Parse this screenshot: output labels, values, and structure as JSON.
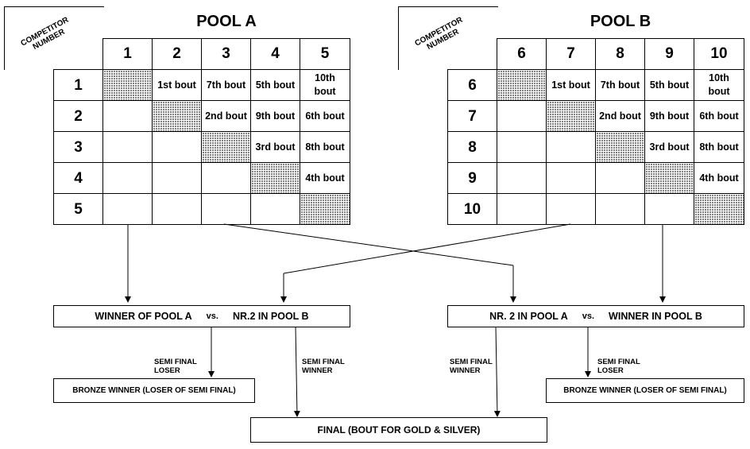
{
  "pool_a": {
    "title": "POOL A",
    "corner_label_line1": "COMPETITOR",
    "corner_label_line2": "NUMBER",
    "columns": [
      "1",
      "2",
      "3",
      "4",
      "5"
    ],
    "rows": [
      {
        "label": "1",
        "cells": [
          "",
          "1st bout",
          "7th bout",
          "5th bout",
          "10th bout"
        ]
      },
      {
        "label": "2",
        "cells": [
          "",
          "",
          "2nd bout",
          "9th bout",
          "6th bout"
        ]
      },
      {
        "label": "3",
        "cells": [
          "",
          "",
          "",
          "3rd bout",
          "8th bout"
        ]
      },
      {
        "label": "4",
        "cells": [
          "",
          "",
          "",
          "",
          "4th bout"
        ]
      },
      {
        "label": "5",
        "cells": [
          "",
          "",
          "",
          "",
          ""
        ]
      }
    ]
  },
  "pool_b": {
    "title": "POOL B",
    "corner_label_line1": "COMPETITOR",
    "corner_label_line2": "NUMBER",
    "columns": [
      "6",
      "7",
      "8",
      "9",
      "10"
    ],
    "rows": [
      {
        "label": "6",
        "cells": [
          "",
          "1st bout",
          "7th bout",
          "5th bout",
          "10th bout"
        ]
      },
      {
        "label": "7",
        "cells": [
          "",
          "",
          "2nd bout",
          "9th bout",
          "6th bout"
        ]
      },
      {
        "label": "8",
        "cells": [
          "",
          "",
          "",
          "3rd bout",
          "8th bout"
        ]
      },
      {
        "label": "9",
        "cells": [
          "",
          "",
          "",
          "",
          "4th bout"
        ]
      },
      {
        "label": "10",
        "cells": [
          "",
          "",
          "",
          "",
          ""
        ]
      }
    ]
  },
  "semi_a": {
    "left": "WINNER OF POOL A",
    "vs": "vs.",
    "right": "NR.2 IN POOL B"
  },
  "semi_b": {
    "left": "NR. 2 IN POOL A",
    "vs": "vs.",
    "right": "WINNER IN POOL B"
  },
  "labels": {
    "semi_final_loser_line1": "SEMI FINAL",
    "semi_final_loser_line2": "LOSER",
    "semi_final_winner_line1": "SEMI FINAL",
    "semi_final_winner_line2": "WINNER"
  },
  "bronze_a": "BRONZE WINNER (LOSER OF SEMI FINAL)",
  "bronze_b": "BRONZE WINNER (LOSER OF SEMI FINAL)",
  "final": "FINAL (BOUT FOR GOLD & SILVER)"
}
